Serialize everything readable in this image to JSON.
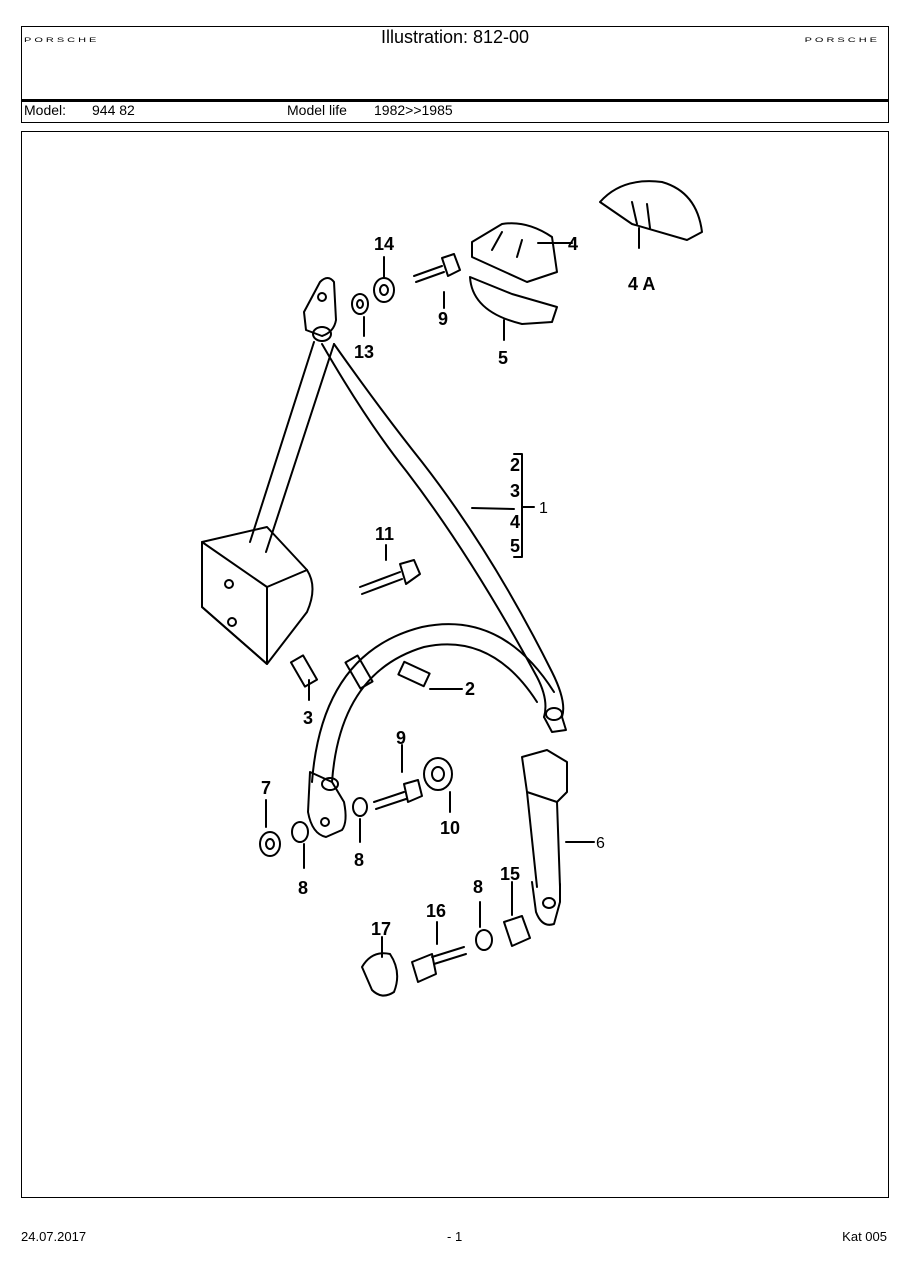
{
  "header": {
    "brand_left": "PORSCHE",
    "title": "Illustration: 812-00",
    "brand_right": "PORSCHE"
  },
  "model_bar": {
    "model_label": "Model:",
    "model_value": "944 82",
    "model_life_label": "Model life",
    "model_life_value": "1982>>1985"
  },
  "callouts": {
    "c14": "14",
    "c9a": "9",
    "c13": "13",
    "c4": "4",
    "c4a": "4 A",
    "c5": "5",
    "b2": "2",
    "b3": "3",
    "b4": "4",
    "b5": "5",
    "b1": "1",
    "c11": "11",
    "c2": "2",
    "c3": "3",
    "c9b": "9",
    "c10": "10",
    "c7": "7",
    "c8a": "8",
    "c8b": "8",
    "c6": "6",
    "c8c": "8",
    "c15": "15",
    "c16": "16",
    "c17": "17"
  },
  "footer": {
    "date": "24.07.2017",
    "page": "- 1",
    "catalog": "Kat 005"
  }
}
